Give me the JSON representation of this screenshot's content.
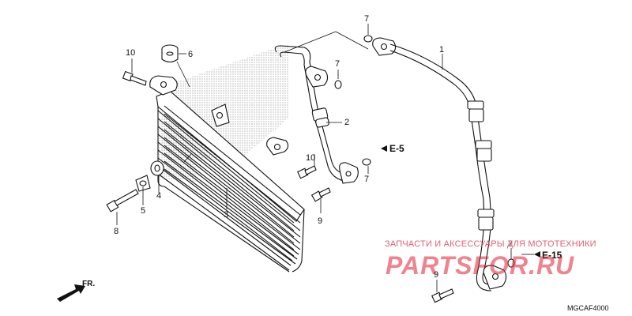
{
  "diagram_code": "MGCAF4000",
  "direction_marker": "FR.",
  "references": {
    "e5": "E-5",
    "e15": "E-15"
  },
  "watermark": {
    "text": "ЗАПЧАСТИ И АКСЕССУАРЫ ДЛЯ МОТОТЕХНИКИ",
    "logo": "PARTSFOR.RU"
  },
  "callouts": {
    "c1": "1",
    "c2": "2",
    "c3": "3",
    "c4": "4",
    "c5": "5",
    "c6": "6",
    "c7a": "7",
    "c7b": "7",
    "c7c": "7",
    "c7d": "7",
    "c8": "8",
    "c9a": "9",
    "c9b": "9",
    "c10a": "10",
    "c10b": "10"
  },
  "colors": {
    "line": "#111111",
    "watermark": "#e11e32",
    "stipple": "#777777"
  }
}
